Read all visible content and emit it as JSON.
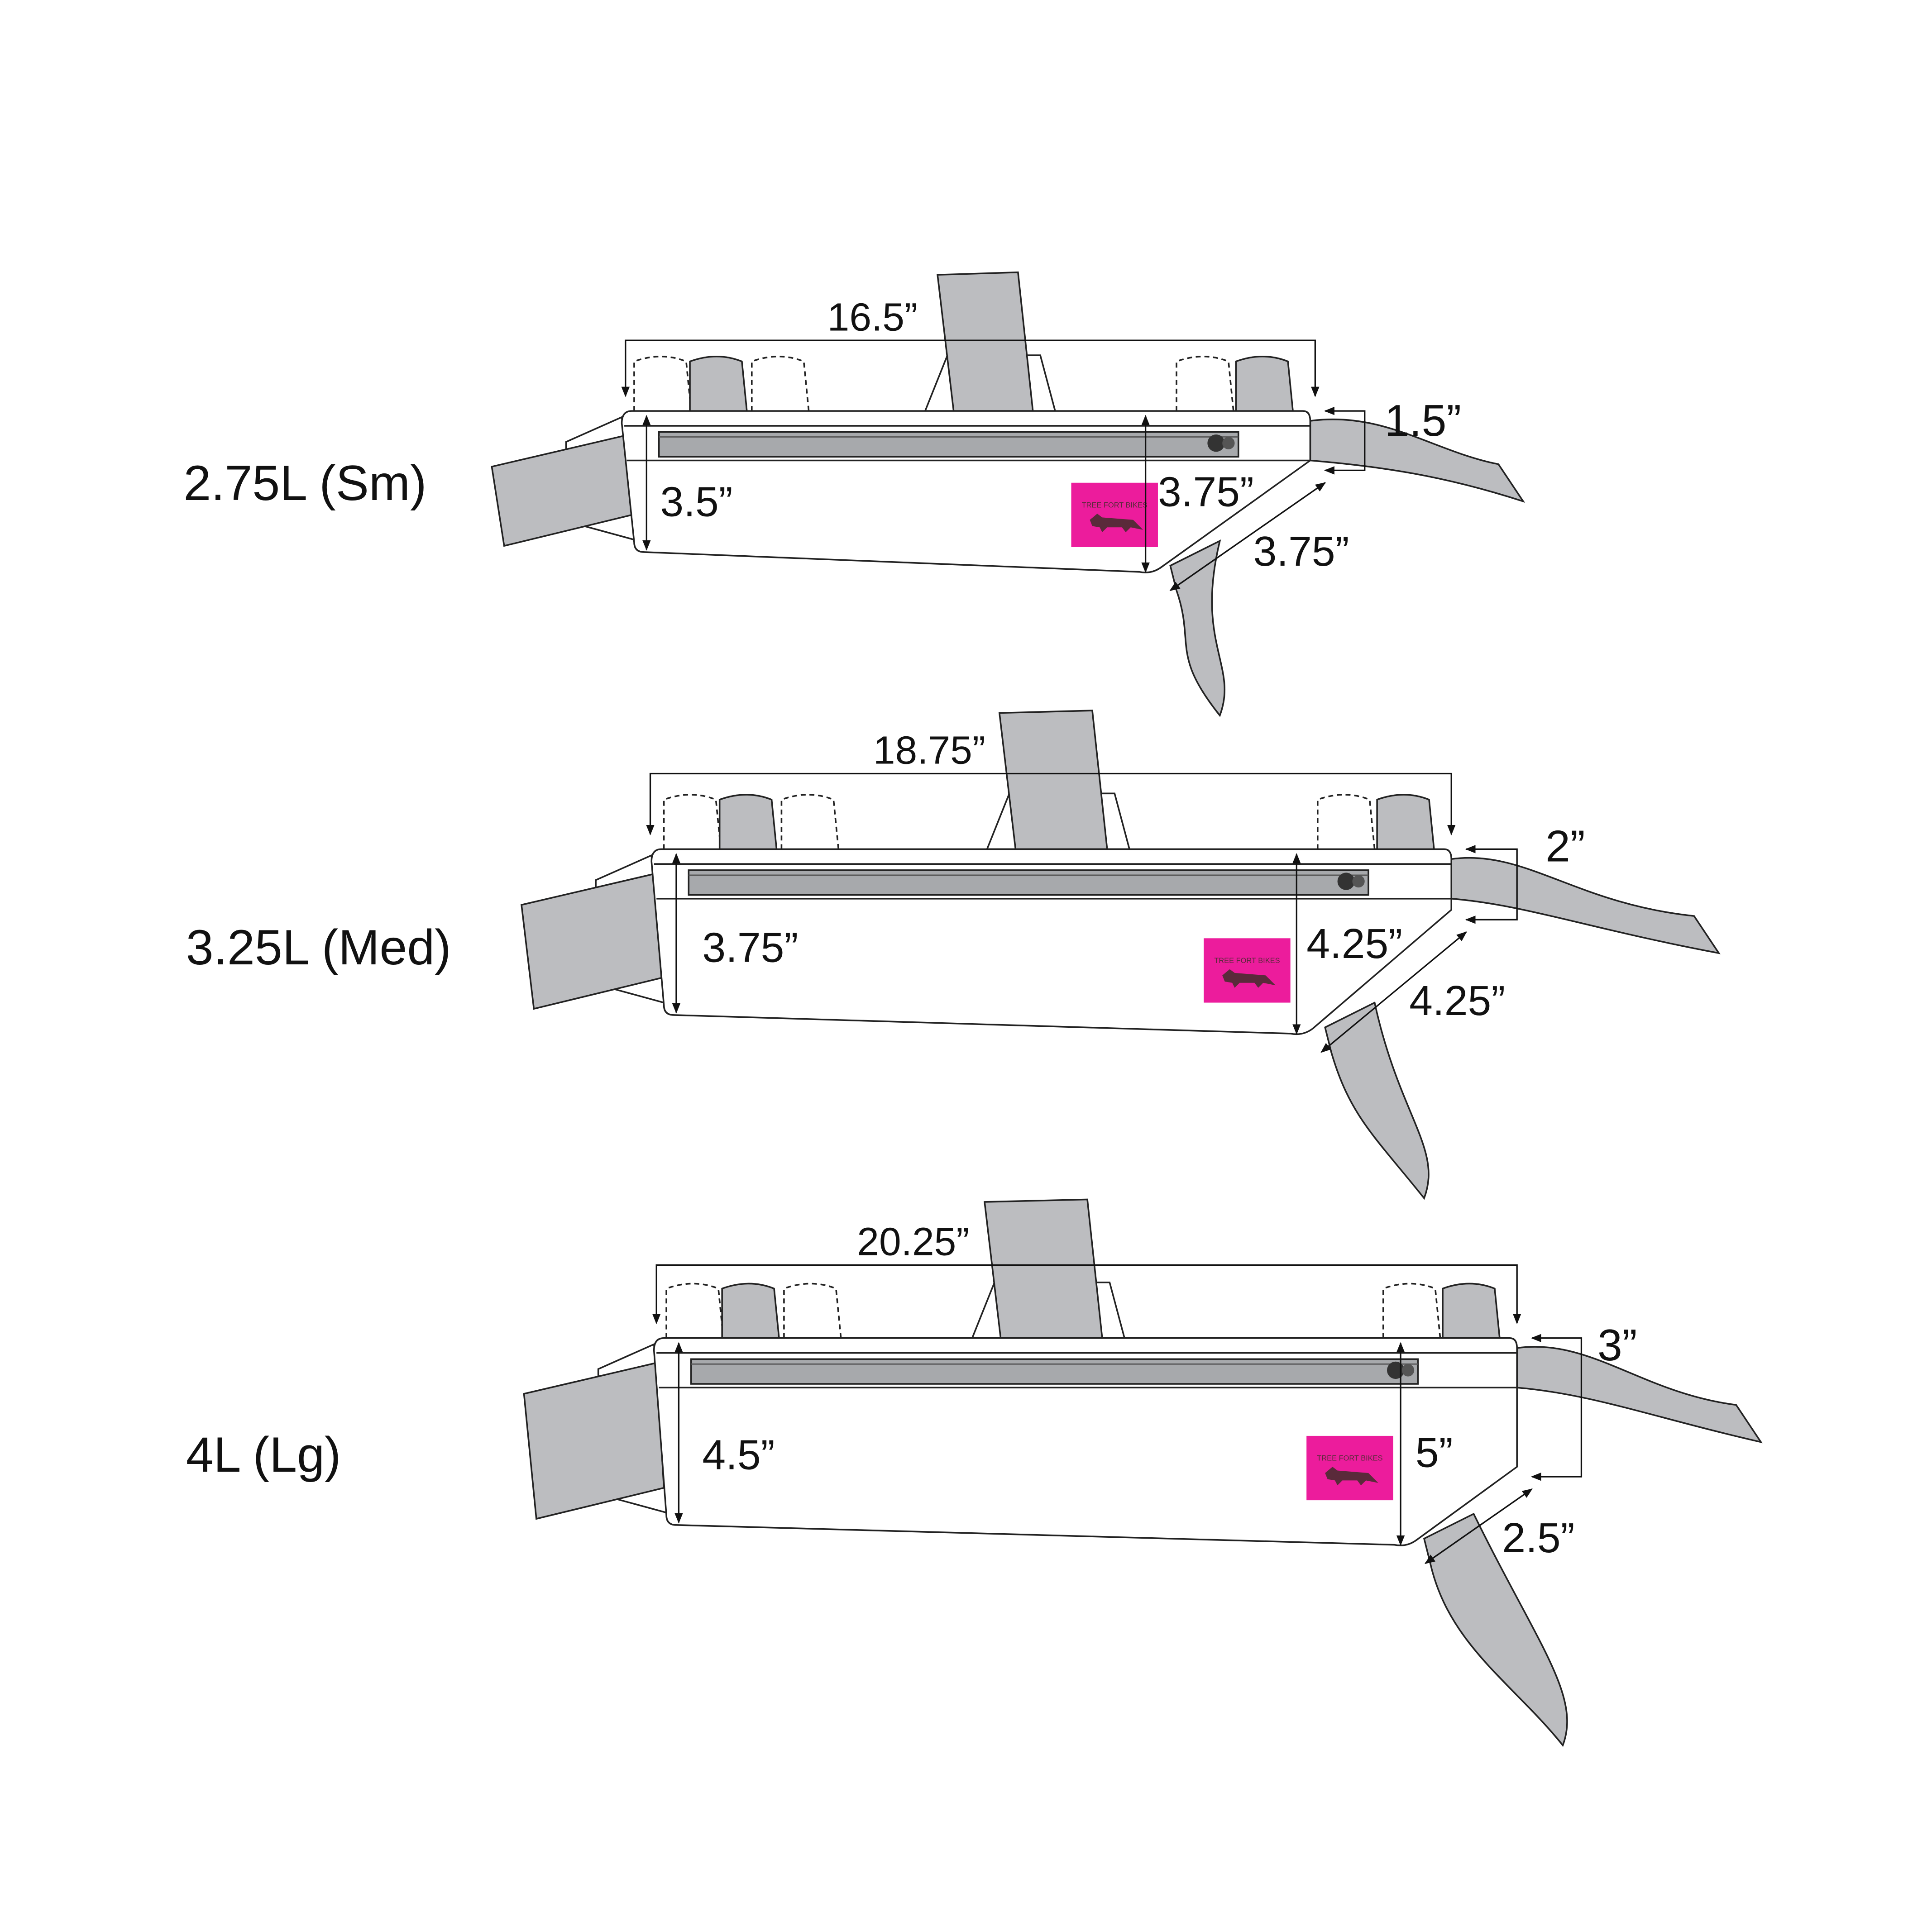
{
  "colors": {
    "strap": "#bcbdc0",
    "outline": "#222222",
    "logo": "#ec1c9c",
    "zipper": "#a7a9ac"
  },
  "logo_text": "TREE FORT BIKES",
  "bags": [
    {
      "size_label": "2.75L (Sm)",
      "length": "16.5”",
      "rear_height": "3.5”",
      "front_height": "3.75”",
      "strap_top_gap": "1.5”",
      "diagonal": "3.75”"
    },
    {
      "size_label": "3.25L (Med)",
      "length": "18.75”",
      "rear_height": "3.75”",
      "front_height": "4.25”",
      "strap_top_gap": "2”",
      "diagonal": "4.25”"
    },
    {
      "size_label": "4L (Lg)",
      "length": "20.25”",
      "rear_height": "4.5”",
      "front_height": "5”",
      "strap_top_gap": "3”",
      "diagonal": "2.5”"
    }
  ]
}
